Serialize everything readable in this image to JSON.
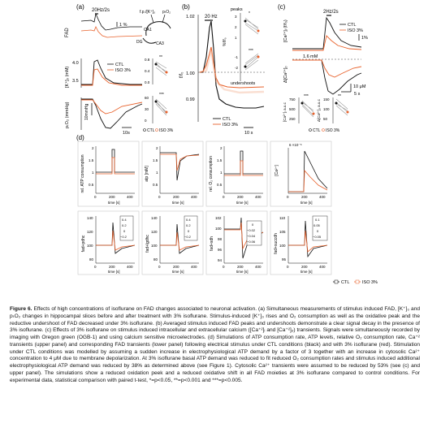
{
  "figure": {
    "panel_a": {
      "letter": "(a)",
      "stim_label": "20Hz/2s",
      "fad_label": "FAD",
      "fad_scale": "1 %",
      "k_label": "[K⁺]₀ (mM)",
      "k_ticks": [
        "4.0",
        "3.5"
      ],
      "po2_label": "pₜO₂ (mmHg)",
      "po2_scale": "10mmHg",
      "time_scale": "10s",
      "legend": [
        "CTL",
        "ISO 3%"
      ],
      "schematic": {
        "label_top": "f.p./[K⁺]₀",
        "label_po2": "pₜO₂",
        "ca1": "CA1",
        "ca3": "CA3",
        "dg": "DG"
      },
      "inset_k_ticks": [
        "0.8",
        "0.4",
        "0.0"
      ],
      "inset_po2_ticks": [
        "60",
        "30",
        "0"
      ],
      "inset_x_labels": [
        "CTL",
        "ISO 3%"
      ],
      "sig": [
        "**",
        "***"
      ]
    },
    "panel_b": {
      "letter": "(b)",
      "stim_label": "20 Hz",
      "y_label": "f/f₀",
      "y_ticks": [
        "1.02",
        "1.00",
        "0.99"
      ],
      "peaks_label": "peaks",
      "undershoots_label": "undershoots",
      "inset_y_label": "%f/f₀",
      "inset_ticks_top": [
        "3",
        "2",
        "1"
      ],
      "inset_ticks_bottom": [
        "-1",
        "-2"
      ],
      "legend": [
        "CTL",
        "ISO 3%"
      ],
      "time_scale": "10 s",
      "sig": [
        "*",
        "***"
      ]
    },
    "panel_c": {
      "letter": "(c)",
      "stim_label": "2Hz/2s",
      "top_y_label": "[Ca²⁺]ᵢ (f/f₀)",
      "top_scale": "1%",
      "bottom_y_label": "Δ[Ca²⁺]ₒ",
      "bottom_scale_y": "10 μM",
      "bottom_scale_x": "5 s",
      "baseline_label": "1.6 mM",
      "legend": [
        "CTL",
        "ISO 3%"
      ],
      "inset_left_y_label": "[Ca²⁺]ᵢ a.u.c",
      "inset_right_y_label": "Δ[Ca²⁺]ₒ a.u.c",
      "inset_left_ticks": [
        "750",
        "500",
        "250"
      ],
      "inset_right_ticks": [
        "150",
        "100",
        "50"
      ],
      "inset_x_labels": [
        "CTL",
        "ISO 3%"
      ],
      "sig": [
        "***",
        "**"
      ]
    },
    "panel_d": {
      "letter": "(d)",
      "top_row": [
        {
          "y_label": "rel. ATP consumption",
          "y_ticks": [
            "2",
            "1.5",
            "1",
            "0.5"
          ],
          "x_ticks": [
            "0",
            "200",
            "400"
          ]
        },
        {
          "y_label": "atp [mM]",
          "y_ticks": [
            "2",
            "1.5",
            "1",
            "0.5"
          ],
          "x_ticks": [
            "0",
            "200",
            "400"
          ]
        },
        {
          "y_label": "rel. O₂ consumption",
          "y_ticks": [
            "2",
            "1.5",
            "1",
            "0.5"
          ],
          "x_ticks": [
            "0",
            "200",
            "400"
          ]
        },
        {
          "y_label": "[Ca²⁺]",
          "y_ticks": [],
          "x_ticks": [
            "0",
            "200",
            "400"
          ],
          "exp": "6 ×10⁻⁶"
        }
      ],
      "bottom_row": [
        {
          "y_label": "fad+pdhc",
          "y_ticks": [
            "140",
            "120",
            "100",
            "80"
          ],
          "inset_ticks": [
            "0.4",
            "0.2",
            "0",
            "−0.2"
          ],
          "x_ticks": [
            "0",
            "200",
            "400"
          ]
        },
        {
          "y_label": "fad+lgdhc",
          "y_ticks": [
            "140",
            "120",
            "100",
            "80"
          ],
          "inset_ticks": [
            "0.4",
            "0.2",
            "0",
            "−0.2"
          ],
          "x_ticks": [
            "0",
            "200",
            "400"
          ]
        },
        {
          "y_label": "fad+sdh",
          "y_ticks": [
            "102",
            "100",
            "98",
            "96",
            "94"
          ],
          "inset_ticks": [
            "0",
            "−0.02",
            "−0.04",
            "−0.06"
          ],
          "x_ticks": [
            "0",
            "200",
            "400"
          ]
        },
        {
          "y_label": "fad+succdh",
          "y_ticks": [
            "110",
            "105",
            "100",
            "95"
          ],
          "inset_ticks": [
            "0.1",
            "0.05",
            "0",
            "−0.05"
          ],
          "x_ticks": [
            "0",
            "200",
            "400"
          ]
        }
      ],
      "x_label": "time [s]",
      "legend": [
        "CTL",
        "ISO 3%"
      ]
    },
    "colors": {
      "ctl": "#111111",
      "iso": "#e8622c",
      "iso_light": "#f2a27f",
      "gray": "#9a9a9a"
    }
  },
  "caption": {
    "label": "Figure 6.",
    "text": "Effects of high concentrations of isoflurane on FAD changes associated to neuronal activation. (a) Simultaneous measurements of stimulus induced FAD, [K⁺]₀ and pₜO₂ changes in hippocampal slices before and after treatment with 3% isoflurane. Stimulus-induced [K⁺]₀ rises and O₂ consumption as well as the oxidative peak and the reductive undershoot of FAD decreased under 3% isoflurane. (b) Averaged stimulus induced FAD peaks and undershoots demonstrate a clear signal decay in the presence of 3% isoflurane. (c) Effects of 3% isoflurane on stimulus induced intracellular and extracellular calcium ([Ca⁺²]ᵢ and [Ca⁺²]ₒ) transients. Signals were simultaneously recorded by imaging with Oregon green (OGB-1) and using calcium sensitive microelectrodes. (d) Simulations of ATP consumption rate, ATP levels, relative O₂ consumption rate, Ca⁺² transients (upper panel) and corresponding FAD transients (lower panel) following electrical stimulus under CTL conditions (black) and with 3% isoflurane (red). Stimulation under CTL conditions was modelled by assuming a sudden increase in electrophysiological ATP demand by a factor of 3 together with an increase in cytosolic Ca²⁺ concentration to 4 μM due to membrane depolarization. At 3% isoflurane basal ATP demand was reduced to fit reduced O₂ consumption rates and stimulus induced additional electrophysiological ATP demand was reduced by 38% as determined above (see Figure 1). Cytosolic Ca²⁺ transients were assumed to be reduced by 53% (see (c) and upper panel). The simulations show a reduced oxidation peek and a reduced oxidative shift in all FAD moieties at 3% isoflurane compared to control conditions. For experimental data, statistical comparison with paired t-test, *=p<0.05, **=p<0.001 and ***=p<0.005."
  }
}
